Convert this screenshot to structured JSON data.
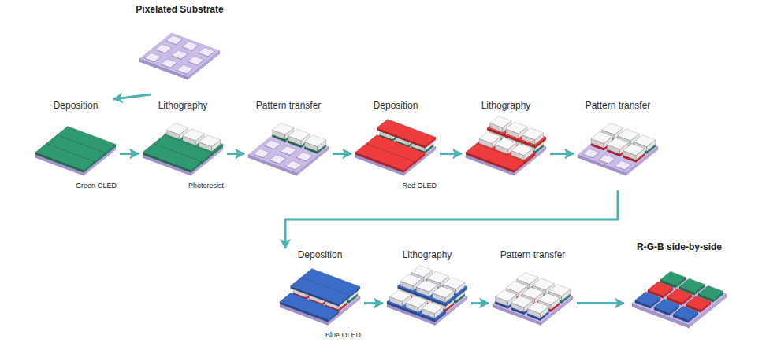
{
  "diagram": {
    "nodes": [
      {
        "text": [
          "Pixelated Substrate"
        ]
      },
      {
        "text": [
          "Deposition",
          "Green OLED"
        ]
      },
      {
        "text": [
          "Lithography",
          "Photoresist"
        ]
      },
      {
        "text": [
          "Pattern transfer"
        ]
      },
      {
        "text": [
          "Deposition",
          "Red OLED"
        ]
      },
      {
        "text": [
          "Lithography"
        ]
      },
      {
        "text": [
          "Pattern transfer"
        ]
      },
      {
        "text": [
          "Deposition",
          "Blue OLED"
        ]
      },
      {
        "text": [
          "Lithography"
        ]
      },
      {
        "text": [
          "Pattern transfer"
        ]
      },
      {
        "text": [
          "R-G-B side-by-side"
        ]
      }
    ],
    "edges": [
      {
        "from": 0,
        "to": 1,
        "arrow": "to"
      },
      {
        "from": 1,
        "to": 2,
        "arrow": "to"
      },
      {
        "from": 2,
        "to": 3,
        "arrow": "to"
      },
      {
        "from": 3,
        "to": 4,
        "arrow": "to"
      },
      {
        "from": 4,
        "to": 5,
        "arrow": "to"
      },
      {
        "from": 5,
        "to": 6,
        "arrow": "to"
      },
      {
        "from": 6,
        "to": 7,
        "arrow": "to"
      },
      {
        "from": 7,
        "to": 8,
        "arrow": "to"
      },
      {
        "from": 8,
        "to": 9,
        "arrow": "to"
      },
      {
        "from": 9,
        "to": 10,
        "arrow": "to"
      }
    ]
  }
}
